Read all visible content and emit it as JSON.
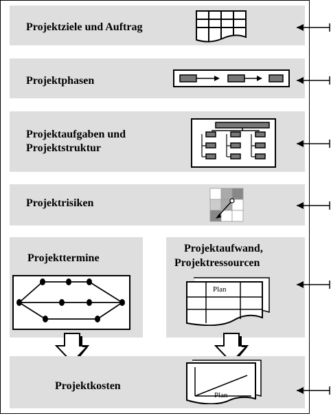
{
  "rows": {
    "projektziele": "Projektziele und Auftrag",
    "projektphasen": "Projektphasen",
    "projektaufgaben_line1": "Projektaufgaben und",
    "projektaufgaben_line2": "Projektstruktur",
    "projektrisiken": "Projektrisiken",
    "projekttermine": "Projekttermine",
    "aufwand_line1": "Projektaufwand,",
    "aufwand_line2": "Projektressourcen",
    "projektkosten": "Projektkosten"
  },
  "icons": {
    "plan_label_1": "Plan",
    "plan_label_2": "Plan"
  }
}
